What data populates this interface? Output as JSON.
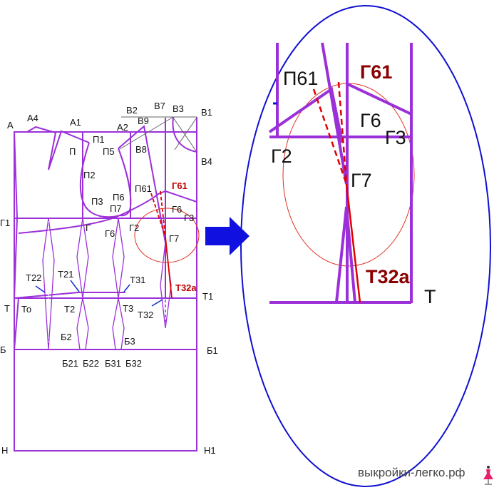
{
  "labels": {
    "A": "А",
    "A4": "А4",
    "A1": "А1",
    "P1": "П1",
    "P": "П",
    "P2": "П2",
    "P3": "П3",
    "A2": "А2",
    "P5": "П5",
    "B9": "В9",
    "B8": "В8",
    "B2": "В2",
    "B7": "В7",
    "B3": "В3",
    "B1": "В1",
    "B4": "В4",
    "P6": "П6",
    "P7": "П7",
    "P61": "П61",
    "G61": "Г61",
    "G6r": "Г6",
    "G3": "Г3",
    "G1": "Г1",
    "G": "Г",
    "G6": "Г6",
    "G2": "Г2",
    "G7": "Г7",
    "T22": "Т22",
    "T21": "Т21",
    "T31": "Т31",
    "T32a": "Т32а",
    "T1": "Т1",
    "T": "Т",
    "To": "То",
    "T2": "Т2",
    "T3": "Т3",
    "T32": "Т32",
    "B2b": "Б2",
    "B3b": "Б3",
    "Bb": "Б",
    "B1b": "Б1",
    "B21": "Б21",
    "B22": "Б22",
    "B31": "Б31",
    "B32": "Б32",
    "N": "Н",
    "N1": "Н1"
  },
  "zoom": {
    "P61": "П61",
    "G61": "Г61",
    "G6": "Г6",
    "G3": "Г3",
    "G2": "Г2",
    "G7": "Г7",
    "T32a": "Т32а",
    "T": "Т"
  },
  "watermark": "выкройки-легко.рф",
  "colors": {
    "pattern": "#9b30d9",
    "highlight": "#e00000",
    "frame": "#1010d0"
  }
}
